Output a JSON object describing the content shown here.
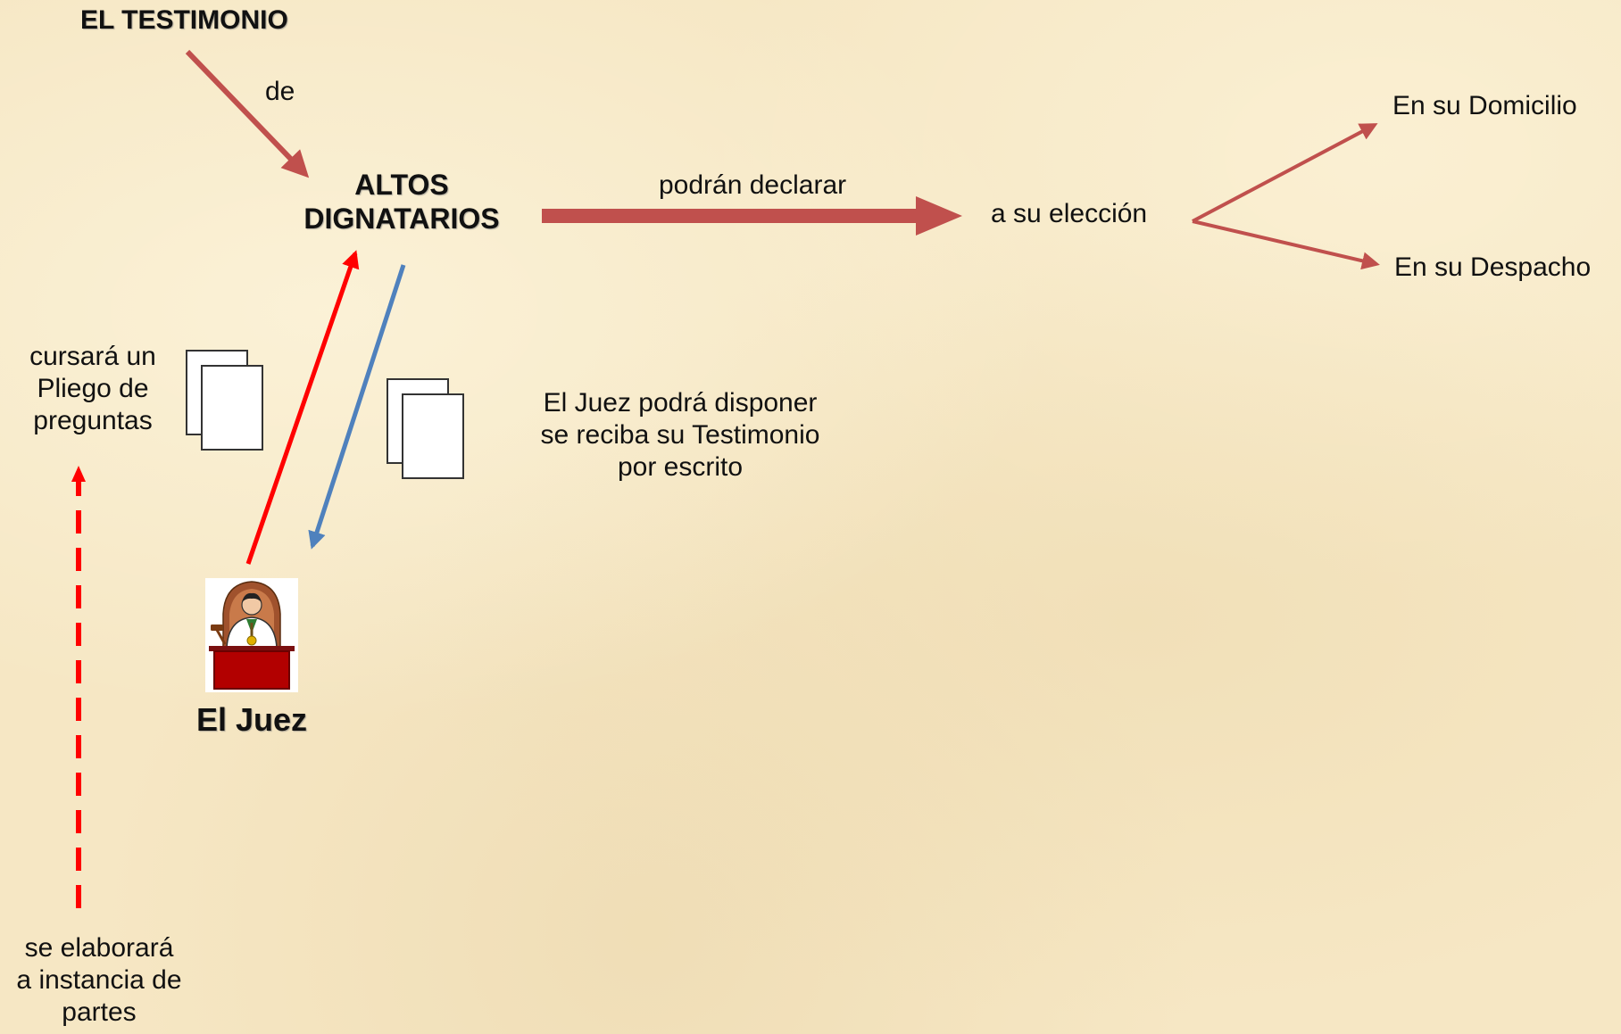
{
  "title": "EL TESTIMONIO",
  "labels": {
    "de": "de",
    "altos_line1": "ALTOS",
    "altos_line2": "DIGNATARIOS",
    "podran": "podrán declarar",
    "eleccion": "a su elección",
    "domicilio": "En su Domicilio",
    "despacho": "En su Despacho",
    "cursara_l1": "cursará un",
    "cursara_l2": "Pliego de",
    "cursara_l3": "preguntas",
    "juez_dispone_l1": "El Juez podrá disponer",
    "juez_dispone_l2": "se reciba su Testimonio",
    "juez_dispone_l3": "por escrito",
    "juez": "El Juez",
    "elabora_l1": "se elaborará",
    "elabora_l2": "a instancia de",
    "elabora_l3": "partes"
  },
  "colors": {
    "arrow_main": "#c0504d",
    "arrow_red": "#ff0000",
    "arrow_blue": "#4f81bd",
    "dashed": "#ff0000",
    "background": "#f6e7c4"
  },
  "icons": {
    "documents": "documents-stack-icon",
    "judge": "judge-clipart-icon"
  }
}
